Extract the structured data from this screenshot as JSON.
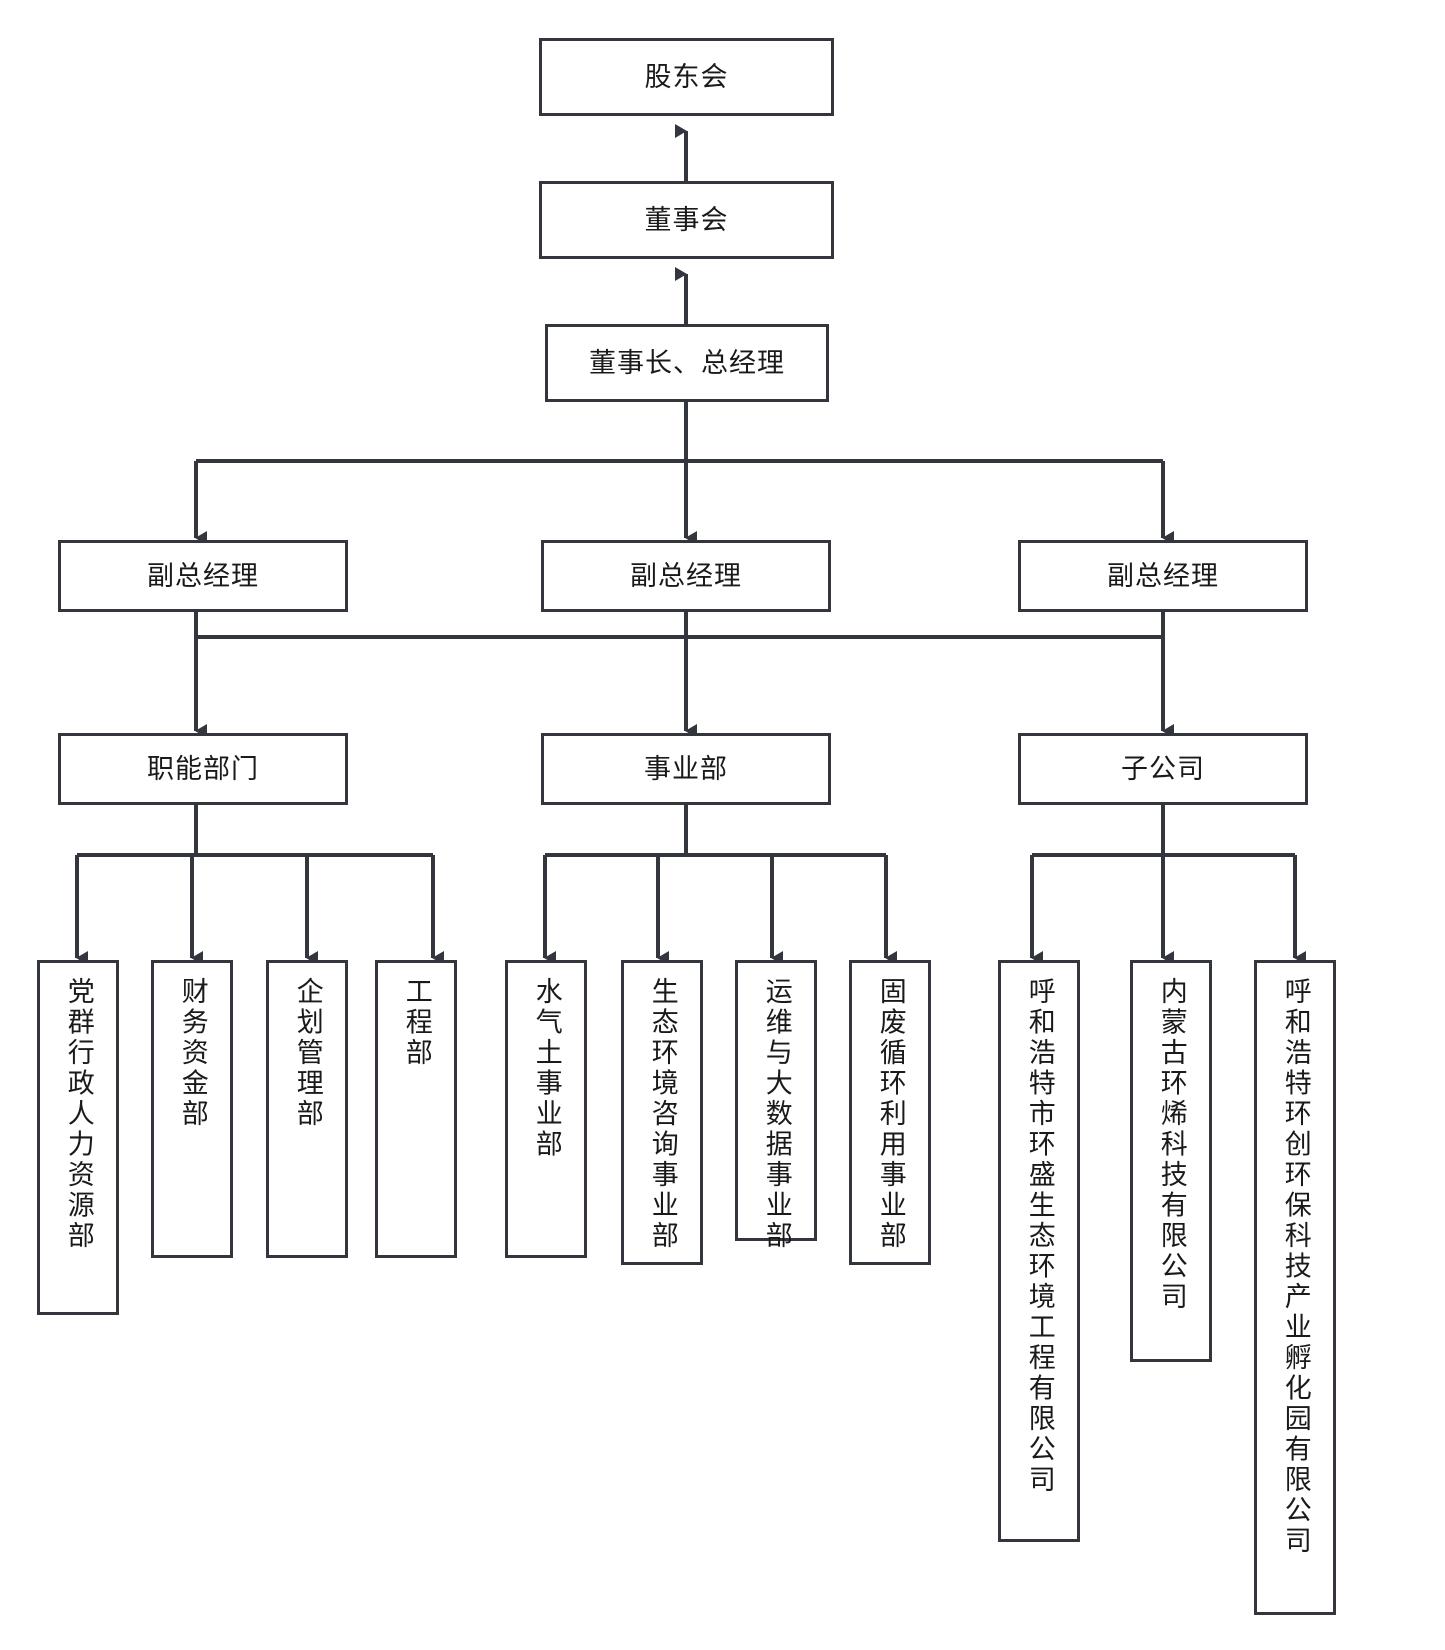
{
  "chart_data": {
    "type": "org-chart",
    "title": "",
    "orientation": "top-down",
    "levels": [
      {
        "name": "governance",
        "nodes": [
          "shareholders",
          "board",
          "chairman"
        ]
      },
      {
        "name": "executive",
        "nodes": [
          "deputy-gm-1",
          "deputy-gm-2",
          "deputy-gm-3"
        ]
      },
      {
        "name": "groups",
        "nodes": [
          "functional-departments",
          "business-divisions",
          "subsidiaries"
        ]
      },
      {
        "name": "leaves",
        "nodes": [
          "party-admin-hr",
          "finance-funds",
          "planning-mgmt",
          "engineering",
          "water-air-soil",
          "eco-consulting",
          "ops-bigdata",
          "solid-waste",
          "sub-huansheng",
          "sub-huanxi",
          "sub-huanchuang"
        ]
      }
    ],
    "edges": [
      {
        "from": "board",
        "to": "shareholders",
        "direction": "up"
      },
      {
        "from": "chairman",
        "to": "board",
        "direction": "up"
      },
      {
        "from": "chairman",
        "to": "deputy-gm-1",
        "direction": "down"
      },
      {
        "from": "chairman",
        "to": "deputy-gm-2",
        "direction": "down"
      },
      {
        "from": "chairman",
        "to": "deputy-gm-3",
        "direction": "down"
      },
      {
        "from": "deputy-gm-bus",
        "to": "functional-departments",
        "direction": "down"
      },
      {
        "from": "deputy-gm-bus",
        "to": "business-divisions",
        "direction": "down"
      },
      {
        "from": "deputy-gm-bus",
        "to": "subsidiaries",
        "direction": "down"
      },
      {
        "from": "functional-departments",
        "to": "party-admin-hr",
        "direction": "down"
      },
      {
        "from": "functional-departments",
        "to": "finance-funds",
        "direction": "down"
      },
      {
        "from": "functional-departments",
        "to": "planning-mgmt",
        "direction": "down"
      },
      {
        "from": "functional-departments",
        "to": "engineering",
        "direction": "down"
      },
      {
        "from": "business-divisions",
        "to": "water-air-soil",
        "direction": "down"
      },
      {
        "from": "business-divisions",
        "to": "eco-consulting",
        "direction": "down"
      },
      {
        "from": "business-divisions",
        "to": "ops-bigdata",
        "direction": "down"
      },
      {
        "from": "business-divisions",
        "to": "solid-waste",
        "direction": "down"
      },
      {
        "from": "subsidiaries",
        "to": "sub-huansheng",
        "direction": "down"
      },
      {
        "from": "subsidiaries",
        "to": "sub-huanxi",
        "direction": "down"
      },
      {
        "from": "subsidiaries",
        "to": "sub-huanchuang",
        "direction": "down"
      }
    ]
  },
  "colors": {
    "border": "#33363c",
    "text": "#1a1a1a",
    "background": "#ffffff",
    "connector": "#33363c"
  },
  "nodes": {
    "shareholders": {
      "label": "股东会"
    },
    "board": {
      "label": "董事会"
    },
    "chairman": {
      "label": "董事长、总经理"
    },
    "deputy_gm_1": {
      "label": "副总经理"
    },
    "deputy_gm_2": {
      "label": "副总经理"
    },
    "deputy_gm_3": {
      "label": "副总经理"
    },
    "functional_departments": {
      "label": "职能部门"
    },
    "business_divisions": {
      "label": "事业部"
    },
    "subsidiaries": {
      "label": "子公司"
    }
  },
  "functional_leaves": [
    {
      "label": "党群行政人力资源部"
    },
    {
      "label": "财务资金部"
    },
    {
      "label": "企划管理部"
    },
    {
      "label": "工程部"
    }
  ],
  "division_leaves": [
    {
      "label": "水气土事业部"
    },
    {
      "label": "生态环境咨询事业部"
    },
    {
      "label": "运维与大数据事业部"
    },
    {
      "label": "固废循环利用事业部"
    }
  ],
  "subsidiary_leaves": [
    {
      "label": "呼和浩特市环盛生态环境工程有限公司"
    },
    {
      "label": "内蒙古环烯科技有限公司"
    },
    {
      "label": "呼和浩特环创环保科技产业孵化园有限公司"
    }
  ]
}
